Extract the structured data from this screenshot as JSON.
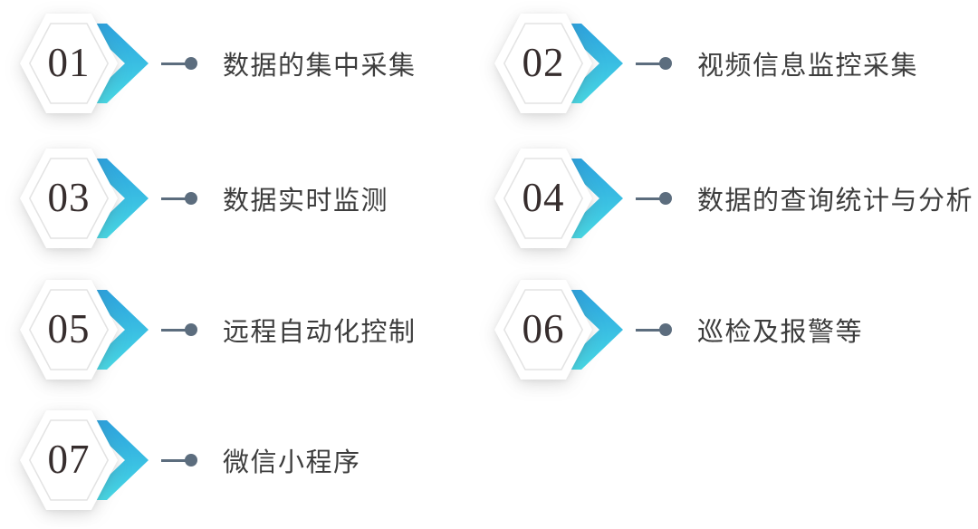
{
  "diagram": {
    "background": "#FFFFFF",
    "columns": 2,
    "rows": 4
  },
  "items": [
    {
      "number": "01",
      "label": "数据的集中采集"
    },
    {
      "number": "02",
      "label": "视频信息监控采集"
    },
    {
      "number": "03",
      "label": "数据实时监测"
    },
    {
      "number": "04",
      "label": "数据的查询统计与分析"
    },
    {
      "number": "05",
      "label": "远程自动化控制"
    },
    {
      "number": "06",
      "label": "巡检及报警等"
    },
    {
      "number": "07",
      "label": "微信小程序"
    }
  ],
  "colors": {
    "chevron_gradient_top": "#2CA2DE",
    "chevron_gradient_bottom": "#47DAE7",
    "hexagon_fill": "#FFFFFF",
    "hexagon_inner_stroke": "#E3E3E3",
    "number_text": "#362D2D",
    "label_text": "#3D3D3D",
    "connector": "#5C6D7E"
  },
  "icons": {
    "chevron": "chevron-right-icon",
    "connector": "line-dot-connector-icon"
  }
}
